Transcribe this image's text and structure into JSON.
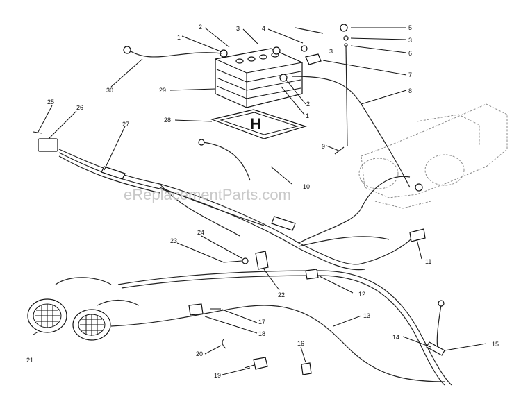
{
  "watermark": "eReplacementParts.com",
  "callouts": [
    "1",
    "2",
    "3",
    "4",
    "5",
    "6",
    "7",
    "8",
    "9",
    "10",
    "11",
    "12",
    "13",
    "14",
    "15",
    "16",
    "17",
    "18",
    "19",
    "20",
    "21",
    "22",
    "23",
    "24",
    "25",
    "26",
    "27",
    "28",
    "29",
    "30"
  ],
  "colors": {
    "ink": "#111111",
    "watermark": "#c9c9c9",
    "background": "#ffffff"
  }
}
